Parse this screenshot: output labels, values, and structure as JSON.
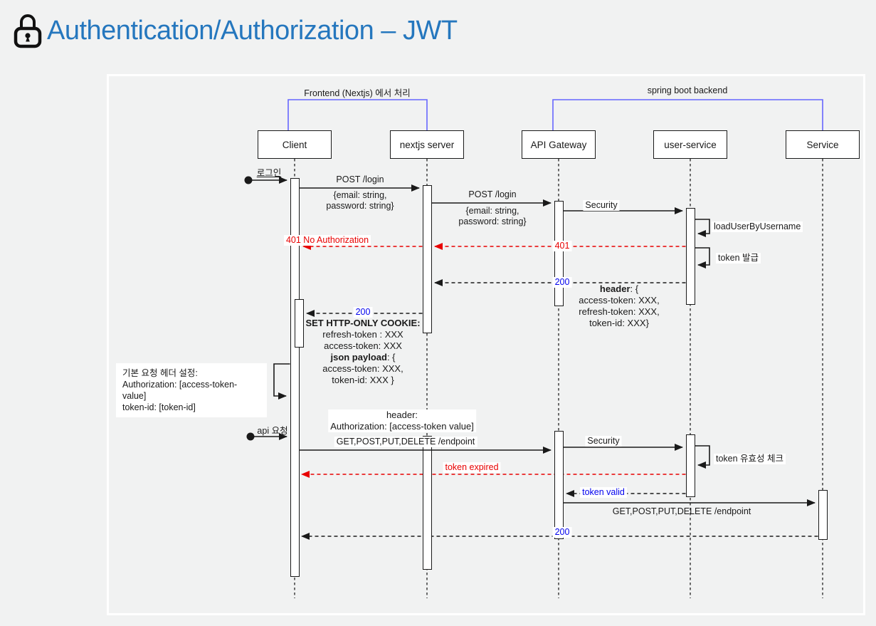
{
  "page": {
    "title": "Authentication/Authorization – JWT"
  },
  "colors": {
    "title_blue": "#2577be",
    "bracket_blue": "#6666ff",
    "error_red": "#e80000",
    "status_blue": "#0000ee"
  },
  "icons": {
    "title_lock": "lock-icon"
  },
  "groups": {
    "frontend_label": "Frontend (Nextjs) 에서 처리",
    "backend_label": "spring boot backend"
  },
  "actors": [
    {
      "label": "Client"
    },
    {
      "label": "nextjs server"
    },
    {
      "label": "API Gateway"
    },
    {
      "label": "user-service"
    },
    {
      "label": "Service"
    }
  ],
  "messages": {
    "login_trigger": "로그인",
    "api_trigger": "api 요청",
    "post_login": "POST /login",
    "post_login_body": "{email: string,\npassword: string}",
    "post_login2": "POST /login",
    "post_login2_body": "{email: string,\npassword: string}",
    "security": "Security",
    "security2": "Security",
    "load_user": "loadUserByUsername",
    "err_401_no_auth": "401 No Authorization",
    "err_401": "401",
    "token_issue": "token 발급",
    "ok_200_a": "200",
    "ok_200_b": "200",
    "ok_200_c": "200",
    "resp_header": {
      "bold": "header",
      "rest": ": {",
      "lines": "access-token: XXX,\nrefresh-token: XXX,\ntoken-id: XXX}"
    },
    "set_cookie": {
      "title": "SET HTTP-ONLY COOKIE:",
      "line1": "refresh-token : XXX",
      "line2": "access-token: XXX",
      "json_bold": "json payload",
      "json_rest": ": {",
      "line3": "access-token: XXX,",
      "line4": "token-id: XXX }"
    },
    "default_header_note": "기본 요청 헤더 설정:\nAuthorization:  [access-token-value]\ntoken-id: [token-id]",
    "request_header_note": "header:\nAuthorization: [access-token value]",
    "endpoint_call": "GET,POST,PUT,DELETE /endpoint",
    "endpoint_call2": "GET,POST,PUT,DELETE /endpoint",
    "token_check": "token 유효성 체크",
    "token_expired": "token expired",
    "token_valid": "token valid"
  }
}
